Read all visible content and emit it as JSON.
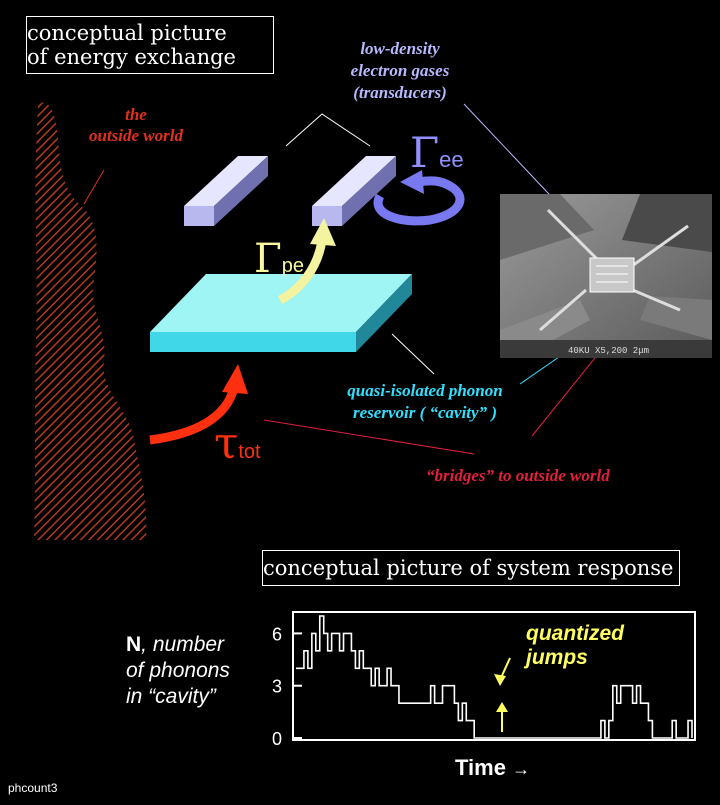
{
  "top_title": [
    "conceptual picture",
    "of  energy exchange"
  ],
  "outside_world": [
    "the",
    "outside world"
  ],
  "transducers": [
    "low-density",
    "electron gases",
    "(transducers)"
  ],
  "gamma_ee": {
    "symbol": "Γ",
    "sub": "ee"
  },
  "gamma_pe": {
    "symbol": "Γ",
    "sub": "pe"
  },
  "tau_tot": {
    "symbol": "τ",
    "sub": "tot"
  },
  "reservoir": [
    "quasi-isolated phonon",
    "reservoir   ( “cavity” )"
  ],
  "bridges": "“bridges” to outside world",
  "micrograph": {
    "scale_text": "40KU  X5,200  2μm"
  },
  "bottom_title": "conceptual picture of system response",
  "y_label": {
    "bold": "N",
    "rest": ", number",
    "line2": "of phonons",
    "line3": "in “cavity”"
  },
  "quantized": [
    "quantized",
    "jumps"
  ],
  "time_label": "Time",
  "footer": "phcount3",
  "chart_data": {
    "type": "line",
    "title": "",
    "xlabel": "Time",
    "ylabel": "N, number of phonons in “cavity”",
    "ylim": [
      0,
      7
    ],
    "yticks": [
      "0",
      "3",
      "6"
    ],
    "x": [
      0,
      2,
      3,
      4,
      5,
      6,
      7,
      8,
      9,
      10,
      11,
      12,
      13,
      14,
      15,
      16,
      17,
      18,
      19,
      20,
      21,
      22,
      23,
      24,
      25,
      26,
      27,
      28,
      29,
      30,
      31,
      32,
      33,
      34,
      35,
      36,
      37,
      38,
      39,
      40,
      41,
      42,
      43,
      44,
      45,
      46,
      47,
      48,
      49,
      50,
      51,
      52,
      53,
      54,
      55,
      56,
      57,
      58,
      59,
      60,
      61,
      62,
      63,
      64,
      65,
      66,
      67,
      68,
      69,
      70,
      71,
      72,
      73,
      74,
      75,
      76,
      77,
      78,
      79,
      80,
      81,
      82,
      83,
      84,
      85,
      86,
      87,
      88,
      89,
      90,
      91,
      92,
      93,
      94,
      95,
      96,
      97,
      98,
      99,
      100
    ],
    "series": [
      {
        "values": [
          4,
          5,
          4,
          6,
          5,
          7,
          6,
          5,
          6,
          6,
          5,
          6,
          6,
          5,
          4,
          5,
          4,
          4,
          3,
          4,
          3,
          3,
          4,
          3,
          3,
          2,
          2,
          2,
          2,
          2,
          2,
          2,
          2,
          3,
          2,
          2,
          3,
          3,
          3,
          2,
          1,
          2,
          1,
          1,
          0,
          0,
          0,
          0,
          0,
          0,
          0,
          0,
          0,
          0,
          0,
          0,
          0,
          0,
          0,
          0,
          0,
          0,
          0,
          0,
          0,
          0,
          0,
          0,
          0,
          0,
          0,
          0,
          0,
          0,
          0,
          0,
          1,
          0,
          1,
          3,
          2,
          3,
          3,
          3,
          2,
          3,
          2,
          2,
          1,
          0,
          0,
          0,
          0,
          0,
          1,
          0,
          0,
          0,
          1,
          0,
          0
        ]
      }
    ],
    "colors": {
      "line": "#ffffff",
      "frame": "#ffffff"
    }
  }
}
